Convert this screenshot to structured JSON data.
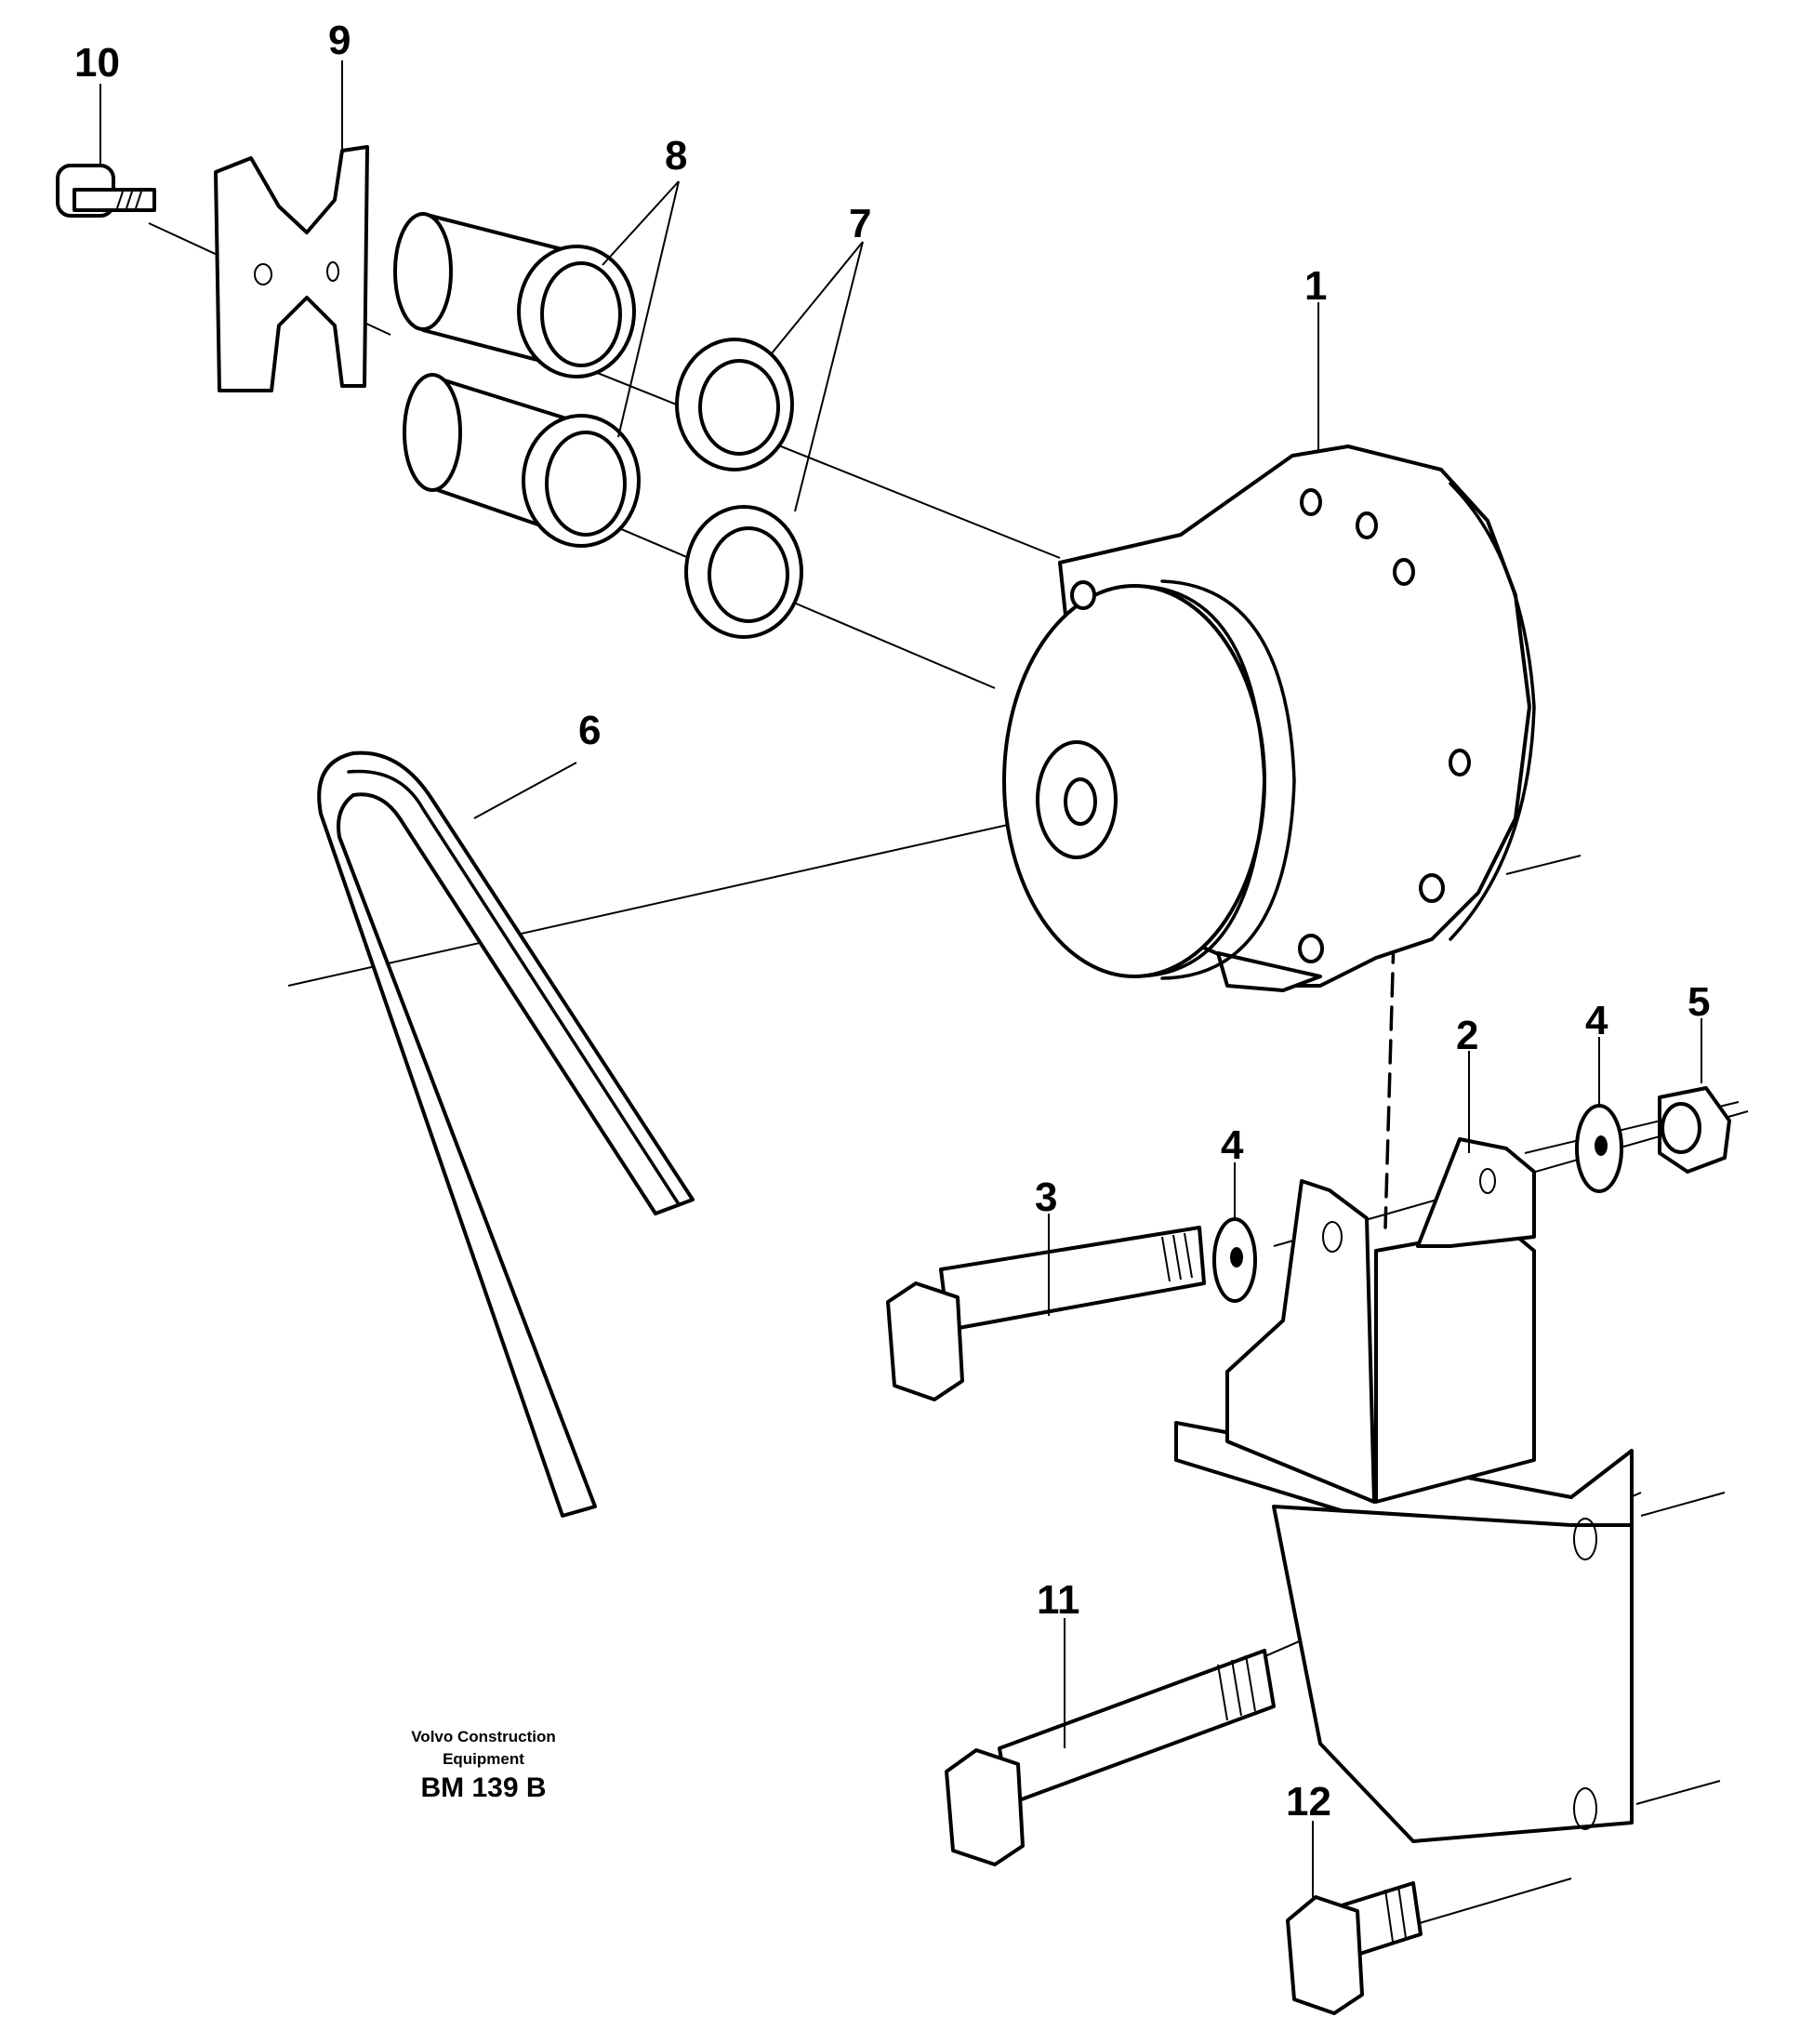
{
  "labels": {
    "l1": "1",
    "l2": "2",
    "l3": "3",
    "l4a": "4",
    "l4b": "4",
    "l5": "5",
    "l6": "6",
    "l7": "7",
    "l8": "8",
    "l9": "9",
    "l10": "10",
    "l11": "11",
    "l12": "12"
  },
  "credit": {
    "line1": "Volvo Construction",
    "line2": "Equipment",
    "code": "BM 139 B"
  }
}
